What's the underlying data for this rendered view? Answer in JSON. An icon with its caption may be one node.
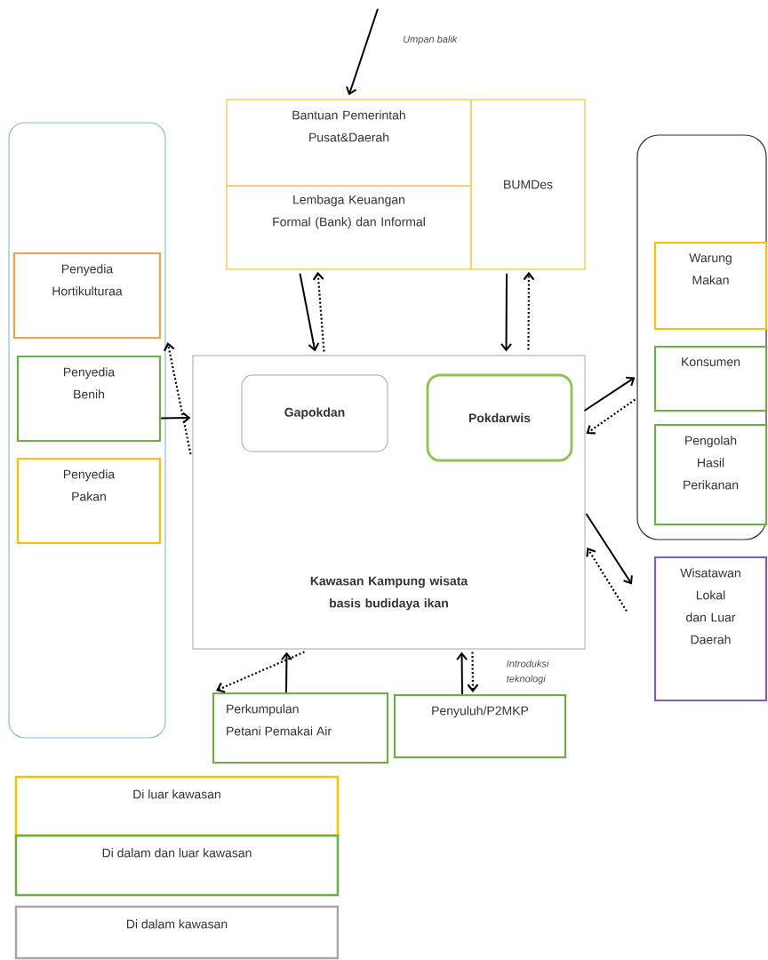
{
  "diagram": {
    "nodes": [
      {
        "text": [],
        "shape": "box"
      },
      {
        "text": [
          "Penyedia Hortikulturaa"
        ],
        "in": 0
      },
      {
        "text": [
          "Penyedia Benih"
        ],
        "in": 0
      },
      {
        "text": [
          "Penyedia Pakan"
        ],
        "in": 0
      },
      {
        "text": [
          "Bantuan Pemerintah Pusat&Daerah"
        ]
      },
      {
        "text": [
          "Lembaga Keuangan Formal (Bank) dan Informal"
        ]
      },
      {
        "text": [
          "BUMDes"
        ]
      },
      {
        "text": [
          "Kawasan Kampung wisata basis budidaya ikan"
        ]
      },
      {
        "text": [
          "Gapokdan"
        ],
        "in": 7
      },
      {
        "text": [
          "Pokdarwis"
        ],
        "in": 7
      },
      {
        "text": [],
        "shape": "box"
      },
      {
        "text": [
          "Warung Makan"
        ],
        "in": 10
      },
      {
        "text": [
          "Konsumen"
        ],
        "in": 10
      },
      {
        "text": [
          "Pengolah Hasil Perikanan"
        ],
        "in": 10
      },
      {
        "text": [
          "Wisatawan Lokal dan Luar Daerah"
        ]
      },
      {
        "text": [
          "Perkumpulan Petani Pemakai Air"
        ]
      },
      {
        "text": [
          "Penyuluh/P2MKP"
        ]
      }
    ],
    "edges": [
      {
        "from": null,
        "to": 4,
        "arrow": "to",
        "label": "Umpan balik"
      },
      {
        "from": 5,
        "to": 7,
        "arrow": "to"
      },
      {
        "from": 7,
        "to": 5,
        "arrow": "to",
        "style": "dashed"
      },
      {
        "from": 6,
        "to": 7,
        "arrow": "to"
      },
      {
        "from": 7,
        "to": 6,
        "arrow": "to",
        "style": "dashed"
      },
      {
        "from": 2,
        "to": 7,
        "arrow": "to"
      },
      {
        "from": 7,
        "to": 0,
        "arrow": "to",
        "style": "dashed"
      },
      {
        "from": 7,
        "to": 10,
        "arrow": "to"
      },
      {
        "from": 10,
        "to": 7,
        "arrow": "to",
        "style": "dashed"
      },
      {
        "from": 7,
        "to": 14,
        "arrow": "to"
      },
      {
        "from": 14,
        "to": 7,
        "arrow": "to",
        "style": "dashed"
      },
      {
        "from": 15,
        "to": 7,
        "arrow": "to"
      },
      {
        "from": 7,
        "to": 15,
        "arrow": "to",
        "style": "dashed"
      },
      {
        "from": 16,
        "to": 7,
        "arrow": "to"
      },
      {
        "from": 7,
        "to": 16,
        "arrow": "to",
        "style": "dashed",
        "label": "Introduksi teknologi"
      }
    ],
    "legend": [
      {
        "text": "Di luar kawasan",
        "color": "#ffc000"
      },
      {
        "text": "Di dalam dan luar kawasan",
        "color": "#70ad47"
      },
      {
        "text": "Di dalam kawasan",
        "color": "#a6a6a6"
      }
    ]
  }
}
